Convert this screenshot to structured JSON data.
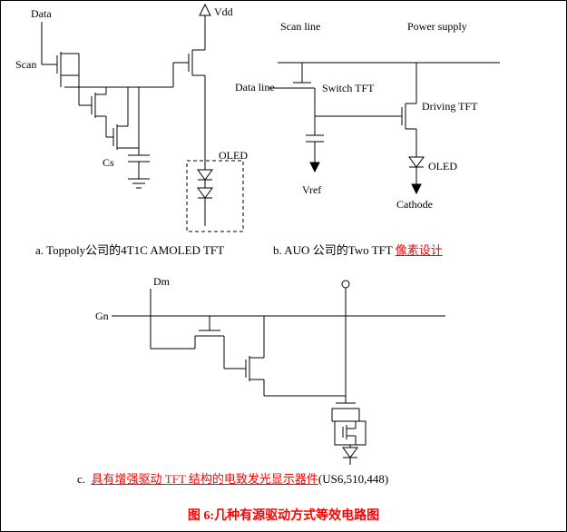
{
  "figure": {
    "caption": "图 6:几种有源驱动方式等效电路图"
  },
  "circuit_a": {
    "caption": "a. Toppoly公司的4T1C AMOLED TFT",
    "labels": {
      "data": "Data",
      "scan": "Scan",
      "vdd": "Vdd",
      "cs": "Cs",
      "oled": "OLED"
    }
  },
  "circuit_b": {
    "caption_prefix": "b. AUO 公司的Two TFT ",
    "caption_link": "像素设计",
    "labels": {
      "scan_line": "Scan line",
      "power_supply": "Power supply",
      "data_line": "Data line",
      "switch_tft": "Switch TFT",
      "driving_tft": "Driving TFT",
      "oled": "OLED",
      "vref": "Vref",
      "cathode": "Cathode"
    }
  },
  "circuit_c": {
    "caption_prefix": "c. ",
    "caption_link": "具有增强驱动 TFT 结构的电致发光显示器件",
    "caption_suffix": "(US6,510,448)",
    "labels": {
      "dm": "Dm",
      "gn": "Gn"
    }
  },
  "colors": {
    "line": "#000000",
    "link_red": "#ff0000"
  }
}
